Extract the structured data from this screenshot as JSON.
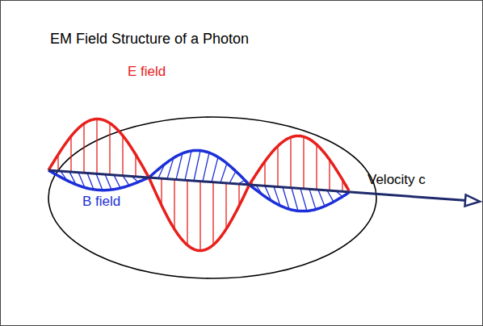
{
  "diagram": {
    "title": "EM Field Structure of a Photon",
    "labels": [
      "E field",
      "B field",
      "Velocity c"
    ]
  }
}
